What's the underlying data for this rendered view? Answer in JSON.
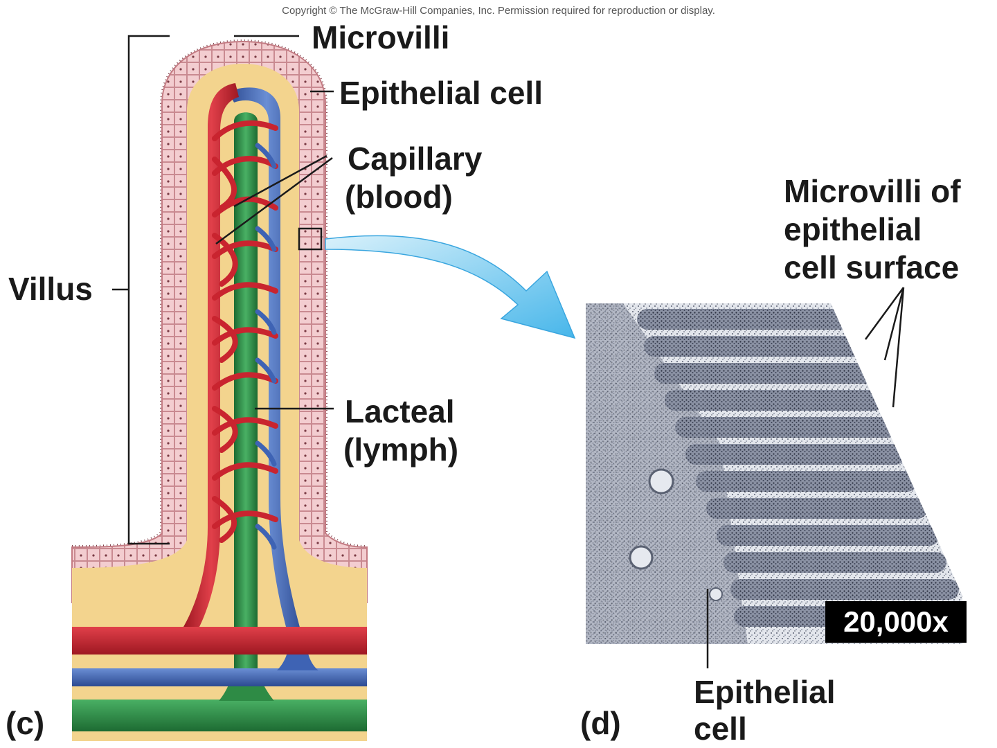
{
  "copyright": "Copyright © The McGraw-Hill Companies, Inc. Permission required for reproduction or display.",
  "panel_c": {
    "panel_label": "(c)",
    "labels": {
      "microvilli": "Microvilli",
      "epithelial_cell": "Epithelial cell",
      "capillary_line1": "Capillary",
      "capillary_line2": "(blood)",
      "villus": "Villus",
      "lacteal_line1": "Lacteal",
      "lacteal_line2": "(lymph)"
    }
  },
  "panel_d": {
    "panel_label": "(d)",
    "labels": {
      "microvilli_surface_line1": "Microvilli of",
      "microvilli_surface_line2": "epithelial",
      "microvilli_surface_line3": "cell surface",
      "epithelial_cell_line1": "Epithelial",
      "epithelial_cell_line2": "cell"
    },
    "magnification": "20,000x"
  },
  "colors": {
    "tissue": "#f3d48e",
    "epithelium": "#f1c9cc",
    "blood_artery": "#c9242f",
    "blood_vein": "#3e63b4",
    "lymph": "#2e8b45",
    "arrow": "#5bc2ee",
    "micrograph_bg": "#d6dbe3",
    "micrograph_dark": "#2b3040"
  }
}
